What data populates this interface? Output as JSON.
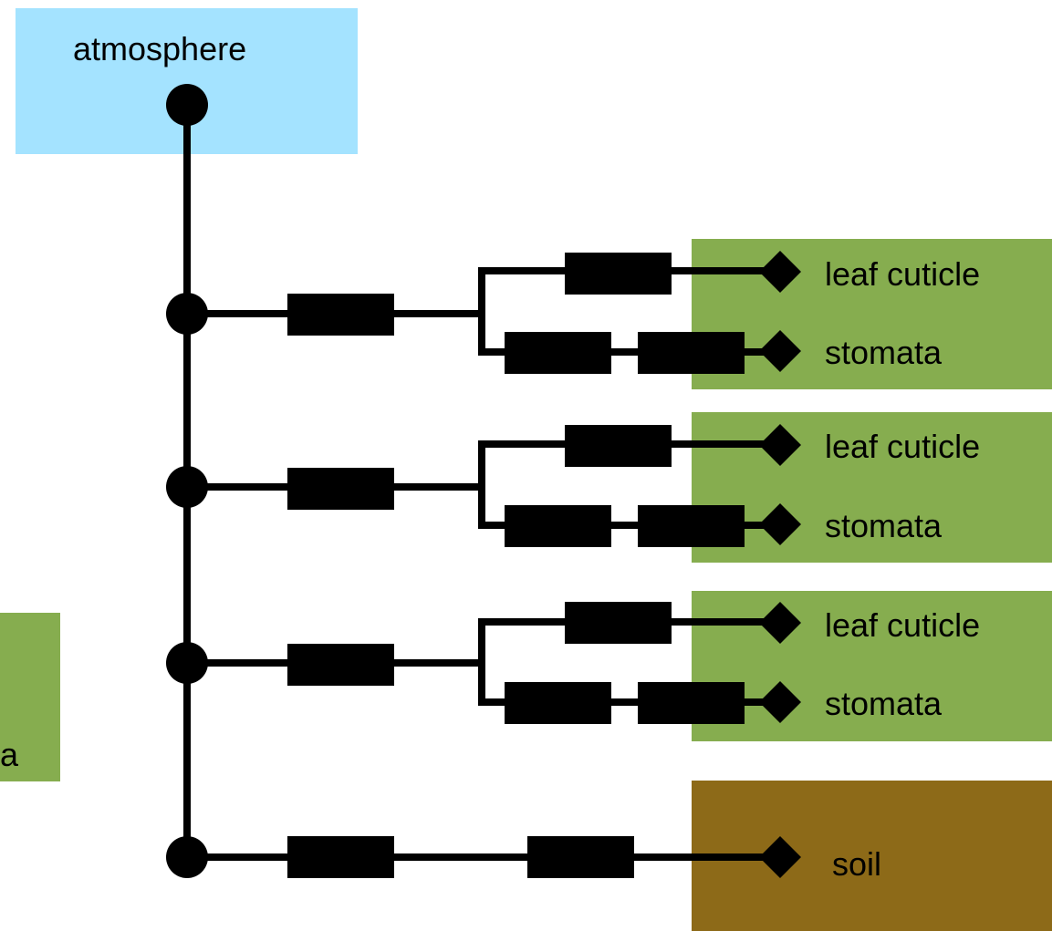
{
  "colors": {
    "atmosphere": "#a4e3ff",
    "leaf": "#86ad4f",
    "soil": "#8d6a18",
    "line": "#000000"
  },
  "nodes": {
    "atmosphere": "atmosphere",
    "left_fragment": "a",
    "branches": [
      {
        "cuticle": "leaf cuticle",
        "stomata": "stomata"
      },
      {
        "cuticle": "leaf cuticle",
        "stomata": "stomata"
      },
      {
        "cuticle": "leaf cuticle",
        "stomata": "stomata"
      }
    ],
    "soil": "soil"
  }
}
